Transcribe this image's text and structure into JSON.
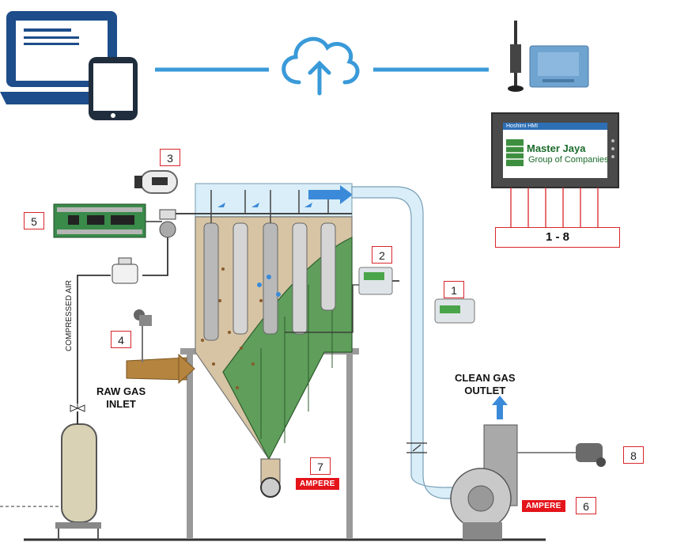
{
  "labels": {
    "raw_gas_inlet": "RAW GAS\nINLET",
    "clean_gas_outlet": "CLEAN GAS\nOUTLET",
    "compressed_air": "COMPRESSED AIR",
    "ampere": "AMPERE",
    "range_box": "1 - 8"
  },
  "hmi": {
    "bar_text": "Hoshimi HMI",
    "brand": "Master Jaya",
    "subtitle": "Group of Companies"
  },
  "tags": [
    "1",
    "2",
    "3",
    "4",
    "5",
    "6",
    "7",
    "8"
  ],
  "colors": {
    "tag_border": "#d8262b",
    "ampere_bg": "#e4141b",
    "link_blue": "#3a9ad9",
    "hopper_green": "#5f9e5b",
    "dust_tan": "#c8b79a",
    "duct_blue": "#d9eef8"
  },
  "icons": [
    "laptop-icon",
    "phone-icon",
    "cloud-upload-icon",
    "antenna-icon",
    "router-icon",
    "hmi-panel-icon"
  ]
}
